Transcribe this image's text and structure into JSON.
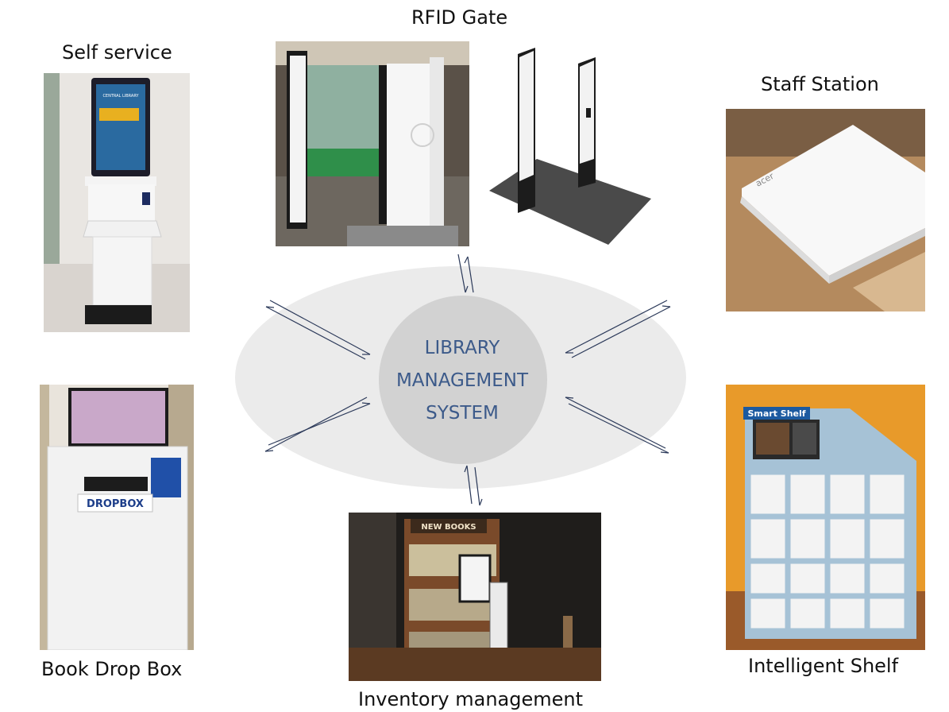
{
  "center": {
    "line1": "LIBRARY",
    "line2": "MANAGEMENT",
    "line3": "SYSTEM"
  },
  "labels": {
    "rfid_gate": "RFID Gate",
    "self_service": "Self service",
    "staff_station": "Staff  Station",
    "book_drop_box": "Book Drop Box",
    "inventory": "Inventory management",
    "intelligent_shelf": "Intelligent Shelf"
  },
  "photo_text": {
    "kiosk_screen": "CENTRAL LIBRARY",
    "dropbox_sign": "DROPBOX",
    "new_books_sign": "NEW BOOKS",
    "smart_shelf_sign": "Smart Shelf",
    "staff_device_brand": "acer"
  },
  "colors": {
    "ellipse": "#ebebeb",
    "circle": "#d2d2d2",
    "center_text": "#3c5a8a",
    "arrow": "#2c3a5a"
  }
}
